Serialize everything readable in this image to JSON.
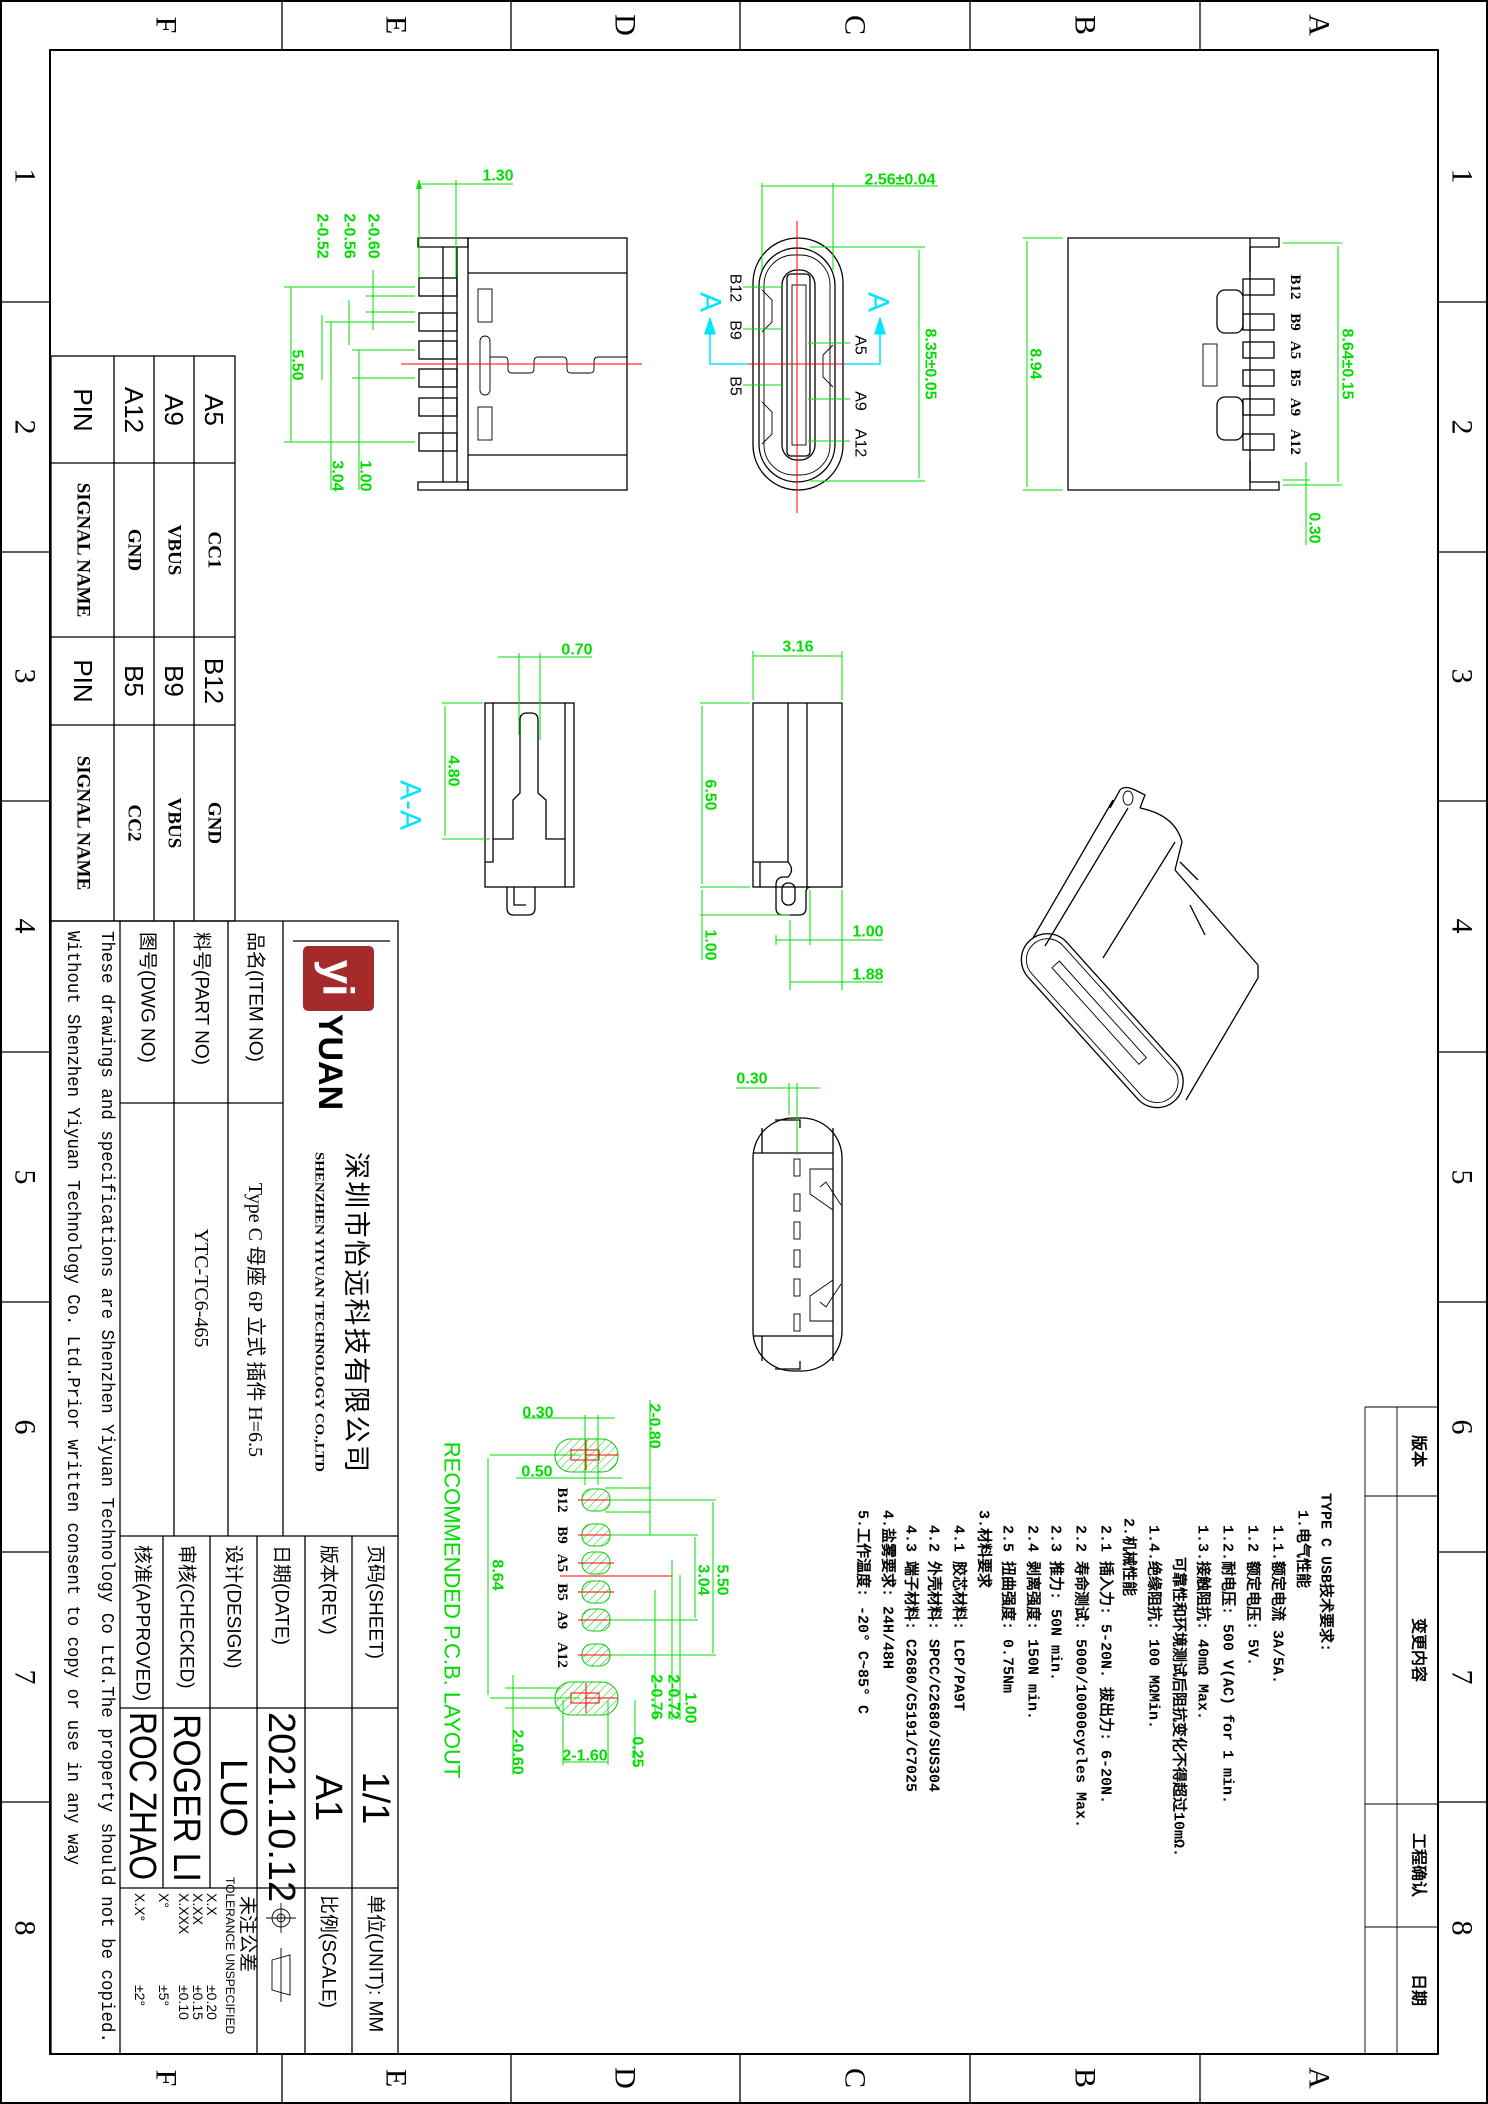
{
  "sheet": {
    "zone_letters": [
      "F",
      "E",
      "D",
      "C",
      "B",
      "A"
    ],
    "zone_numbers": [
      "1",
      "2",
      "3",
      "4",
      "5",
      "6",
      "7",
      "8"
    ]
  },
  "revision_block": {
    "headers": [
      "版本",
      "变更内容",
      "工程确认",
      "日期"
    ]
  },
  "pin_table": {
    "pin_header": "PIN",
    "signal_header": "SIGNAL NAME",
    "rows": [
      {
        "pin": "A12",
        "signal": "GND"
      },
      {
        "pin": "A9",
        "signal": "VBUS"
      },
      {
        "pin": "A5",
        "signal": "CC1"
      },
      {
        "pin": "B5",
        "signal": "CC2"
      },
      {
        "pin": "B9",
        "signal": "VBUS"
      },
      {
        "pin": "B12",
        "signal": "GND"
      }
    ]
  },
  "title_block": {
    "logo": {
      "mark": "yi",
      "wordmark": "YUAN",
      "brand_color": "#a52a2a"
    },
    "company_cn": "深圳市怡远科技有限公司",
    "company_en": "SHENZHEN YIYUAN TECHNOLOGY CO.,LTD",
    "item_label": "品名(ITEM NO)",
    "item_value": "Type C 母座 6P 立式 插件 H=6.5",
    "part_label": "料号(PART NO)",
    "part_value": "YTC-TC6-465",
    "dwg_label": "图号(DWG NO)",
    "dwg_value": "",
    "sheet_label": "页码(SHEET)",
    "sheet_value": "1/1",
    "unit": "单位(UNIT): MM",
    "rev_label": "版本(REV)",
    "rev_value": "A1",
    "scale_label": "比例(SCALE)",
    "date_label": "日期(DATE)",
    "date_value": "2021.10.12",
    "design_label": "设计(DESIGN)",
    "design_value": "LUO",
    "checked_label": "审核(CHECKED)",
    "checked_value": "ROGER LI",
    "approved_label": "核准(APPROVED)",
    "approved_value": "ROC ZHAO",
    "tolerance": {
      "title_cn": "未注公差",
      "title_en": "TOLERANCE UNSPECIFIED",
      "rows": [
        {
          "format": "X.X",
          "value": "±0.20"
        },
        {
          "format": "X.XX",
          "value": "±0.15"
        },
        {
          "format": "X.XXX",
          "value": "±0.10"
        },
        {
          "format": "X°",
          "value": "±5°"
        },
        {
          "format": "X.X°",
          "value": "±2°"
        }
      ]
    },
    "disclaimer": [
      "These drawings and specifications are Shenzhen Yiyuan Technology Co Ltd.The property should not be copied.",
      "Without Shenzhen Yiyuan Technology Co. Ltd.Prior written consent to copy or use in any way"
    ]
  },
  "tech_requirements": [
    "TYPE C USB技术要求:",
    "1.电气性能",
    "1.1.额定电流 3A/5A.",
    "1.2 额定电压: 5V.",
    "1.2.耐电压: 500 V(AC) for 1 min.",
    "1.3.接触阻抗: 40mΩ Max.",
    "可靠性和环境测试后阻抗变化不得超过10mΩ.",
    "1.4.绝缘阻抗: 100 MΩMin.",
    "2.机械性能",
    "2.1 插入力: 5-20N.  拔出力: 6-20N.",
    "2.2 寿命测试: 5000/10000cycles Max.",
    "2.3 推力: 50N min.",
    "2.4 剥离强度: 150N min.",
    "2.5 扭曲强度: 0.75Nm",
    "3.材料要求",
    "4.1 胶芯材料: LCP/PA9T",
    "4.2 外壳材料: SPCC/C2680/SUS304",
    "4.3 端子材料: C2680/C5191/C7025",
    "4.盐雾要求: 24H/48H",
    "5.工作温度: -20° C~85° C"
  ],
  "views": {
    "top_view": {
      "dims": [
        "1.30",
        "2-0.60",
        "2-0.56",
        "2-0.52",
        "5.50",
        "3.04",
        "1.00"
      ]
    },
    "front_view": {
      "pin_labels_left": [
        "B12",
        "B9",
        "B5"
      ],
      "pin_labels_right": [
        "A5",
        "A9",
        "A12"
      ],
      "section_marker": "A",
      "dims": [
        "2.56±0.04",
        "8.35±0.05"
      ]
    },
    "side_view": {
      "pin_labels": [
        "B12",
        "B9",
        "A5",
        "B5",
        "A9",
        "A12"
      ],
      "dims": [
        "8.94",
        "8.64±0.15",
        "0.30"
      ]
    },
    "section_view": {
      "title": "A-A",
      "dims": [
        "0.70",
        "4.80"
      ]
    },
    "end_view": {
      "dims": [
        "3.16",
        "6.50",
        "1.00",
        "1.00",
        "1.88"
      ]
    },
    "bottom_view": {
      "dims": [
        "0.30"
      ]
    }
  },
  "pcb_layout": {
    "title": "RECOMMENDED P.C.B. LAYOUT",
    "pad_labels": [
      "B12",
      "B9",
      "A5",
      "B5",
      "A9",
      "A12"
    ],
    "dims": [
      "0.30",
      "0.50",
      "2-0.80",
      "5.50",
      "3.04",
      "1.00",
      "2-0.72",
      "2-0.76",
      "8.64",
      "2-0.60",
      "2-1.60",
      "0.25"
    ]
  },
  "colors": {
    "dimension": "#00dd00",
    "centerline": "#ff0000",
    "section": "#00e5ff",
    "outline": "#000000"
  }
}
